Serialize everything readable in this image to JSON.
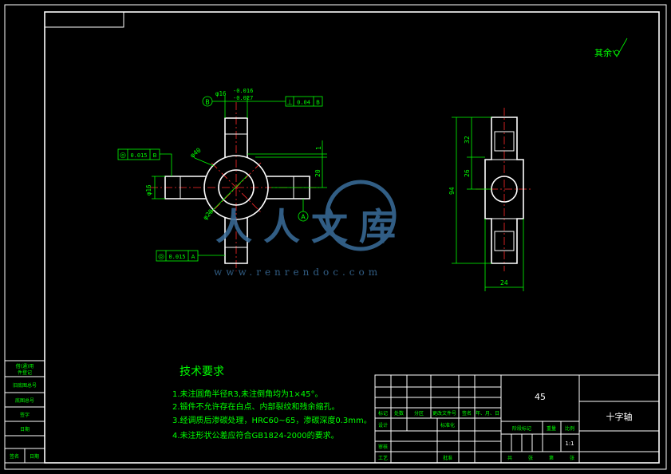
{
  "colors": {
    "background": "#000000",
    "outline": "#ffffff",
    "dimension": "#00ff00",
    "centerline": "#ff2a2a",
    "watermark": "#3a6e9c"
  },
  "surface_mark": {
    "label": "其余"
  },
  "front_view": {
    "datum_b": "B",
    "datum_a": "A",
    "tol_top_diameter": "φ16",
    "tol_top_upper": "-0.016",
    "tol_top_lower": "-0.027",
    "tol_top_perp_symbol": "⊥",
    "tol_top_perp_value": "0.04",
    "tol_top_perp_datum": "B",
    "tol_left_symbol": "◎",
    "tol_left_value": "0.015",
    "tol_left_datum": "B",
    "tol_bottom_symbol": "◎",
    "tol_bottom_value": "0.015",
    "tol_bottom_datum": "A",
    "dim_phi40": "φ40",
    "dim_phi20": "φ20",
    "dim_phi16": "φ16",
    "dim_1": "1",
    "dim_20": "20"
  },
  "side_view": {
    "dim_32": "32",
    "dim_26": "26",
    "dim_94": "94",
    "dim_24": "24"
  },
  "tech_requirements": {
    "title": "技术要求",
    "items": [
      "1.未注圆角半径R3,未注倒角均为1×45°。",
      "2.锻件不允许存在白点、内部裂纹和残余缩孔。",
      "3.经调质后渗碳处理，HRC60~65，渗碳深度0.3mm。",
      "4.未注形状公差应符合GB1824-2000的要求。"
    ]
  },
  "side_strip": {
    "cells": [
      "借(通)用",
      "件登记",
      "旧底图总号",
      "底图总号",
      "签字",
      "日期"
    ],
    "bottom_left": "签名",
    "bottom_right": "日期"
  },
  "title_block": {
    "material": "45",
    "part_name": "十字轴",
    "row_headers": [
      "标记",
      "处数",
      "分区",
      "更改文件号",
      "签名",
      "年、月、日"
    ],
    "design": "设计",
    "standardize": "标准化",
    "review": "审核",
    "process": "工艺",
    "approve": "批准",
    "stage_mark": "阶段标记",
    "weight": "重量",
    "scale_label": "比例",
    "scale_value": "1:1",
    "sheets_total": "共",
    "sheets_label_1": "张",
    "sheets_label_2": "第",
    "sheets_label_3": "张"
  },
  "watermark": {
    "text": "人人文库",
    "url": "www.renrendoc.com"
  }
}
